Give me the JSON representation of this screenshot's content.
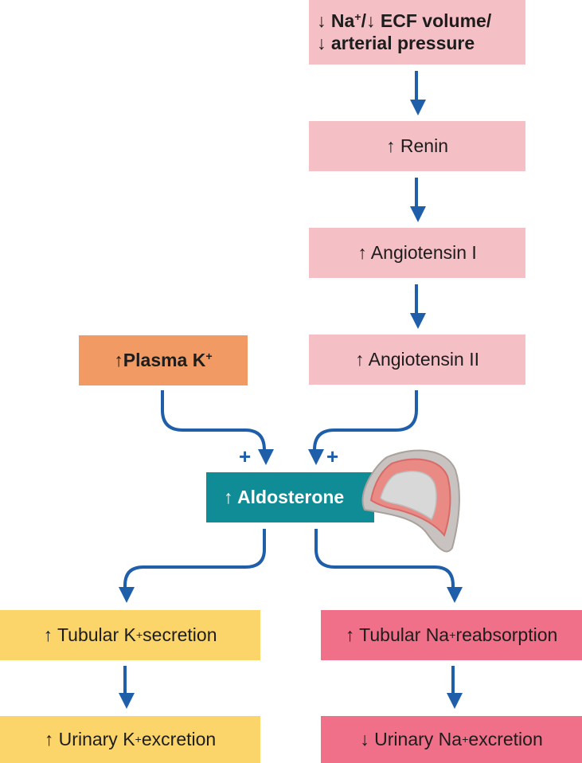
{
  "boxes": {
    "stimulus": {
      "line1": {
        "a": "↓ Na",
        "sup": "+",
        "b": "/↓ ECF volume/"
      },
      "line2": "↓ arterial pressure"
    },
    "renin": "↑ Renin",
    "angiotensin1": "↑ Angiotensin I",
    "angiotensin2": "↑ Angiotensin II",
    "plasma_k": {
      "a": "↑ ",
      "b": "Plasma K",
      "sup": "+"
    },
    "aldosterone": "↑ Aldosterone",
    "tubular_k": {
      "a": "↑ Tubular K",
      "sup": "+",
      "b": " secretion"
    },
    "urinary_k": {
      "a": "↑ Urinary K",
      "sup": "+",
      "b": " excretion"
    },
    "tubular_na": {
      "a": "↑ Tubular Na",
      "sup": "+",
      "b": " reabsorption"
    },
    "urinary_na": {
      "a": "↓ Urinary Na",
      "sup": "+",
      "b": " excretion"
    }
  },
  "signs": {
    "left": "+",
    "right": "+"
  },
  "colors": {
    "arrow": "#1f5ea8",
    "pink": "#f5bfc6",
    "orange": "#f19a63",
    "teal": "#0f8c95",
    "yellow": "#fbd46a",
    "rose": "#ef7088"
  },
  "icons": {
    "adrenal_gland": "adrenal-gland-icon"
  }
}
